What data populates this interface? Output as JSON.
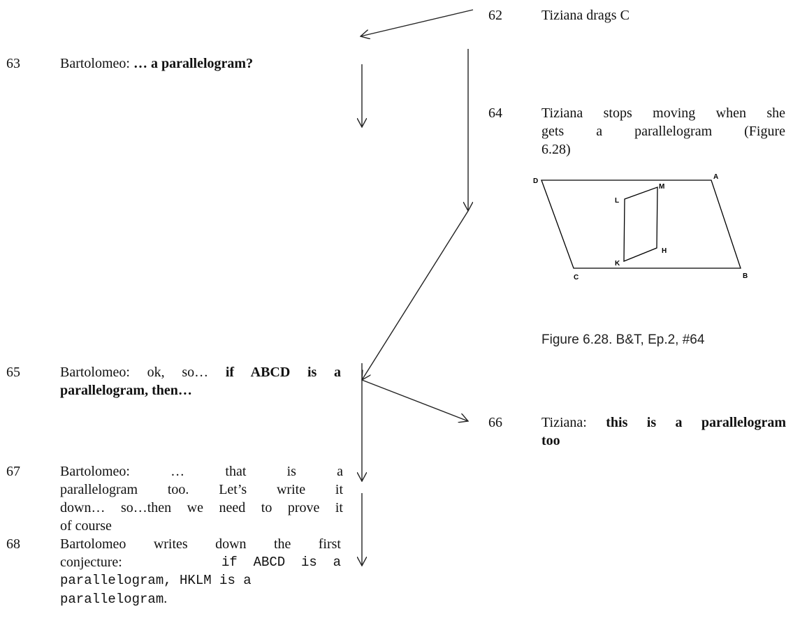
{
  "items": {
    "i62": {
      "num": "62",
      "speaker": "Tiziana drags C"
    },
    "i63": {
      "num": "63",
      "speaker": "Bartolomeo: ",
      "bold": "… a parallelogram?"
    },
    "i64": {
      "num": "64",
      "line1": "Tiziana stops moving when she",
      "line2": "gets a parallelogram (Figure",
      "line3": "6.28)"
    },
    "i65": {
      "num": "65",
      "speaker": "Bartolomeo: ok, so… ",
      "bold1": "if ABCD is a",
      "bold2": "parallelogram, then…"
    },
    "i66": {
      "num": "66",
      "speaker": "Tiziana: ",
      "bold1": "this is a parallelogram",
      "bold2": "too"
    },
    "i67": {
      "num": "67",
      "line1": "Bartolomeo:     …     that     is     a",
      "line2": "parallelogram too. Let’s write it",
      "line3": "down… so…then we need to prove it",
      "line4": "of course"
    },
    "i68": {
      "num": "68",
      "line1": "Bartolomeo writes down the first",
      "line2a": "conjecture: ",
      "mono2": "if  ABCD  is  a",
      "mono3": "parallelogram, HKLM is a",
      "mono4": "parallelogram",
      "end4": "."
    }
  },
  "figure": {
    "caption": "Figure 6.28. B&T, Ep.2, #64",
    "labels": {
      "A": "A",
      "B": "B",
      "C": "C",
      "D": "D",
      "H": "H",
      "K": "K",
      "L": "L",
      "M": "M"
    }
  }
}
